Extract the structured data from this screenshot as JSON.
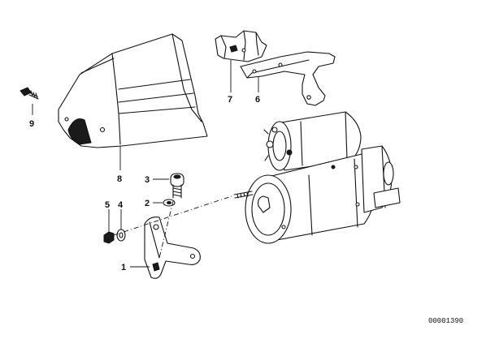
{
  "callouts": [
    {
      "id": "1",
      "label": "1"
    },
    {
      "id": "2",
      "label": "2"
    },
    {
      "id": "3",
      "label": "3"
    },
    {
      "id": "4",
      "label": "4"
    },
    {
      "id": "5",
      "label": "5"
    },
    {
      "id": "6",
      "label": "6"
    },
    {
      "id": "7",
      "label": "7"
    },
    {
      "id": "8",
      "label": "8"
    },
    {
      "id": "9",
      "label": "9"
    }
  ],
  "reference_number": "00001390"
}
